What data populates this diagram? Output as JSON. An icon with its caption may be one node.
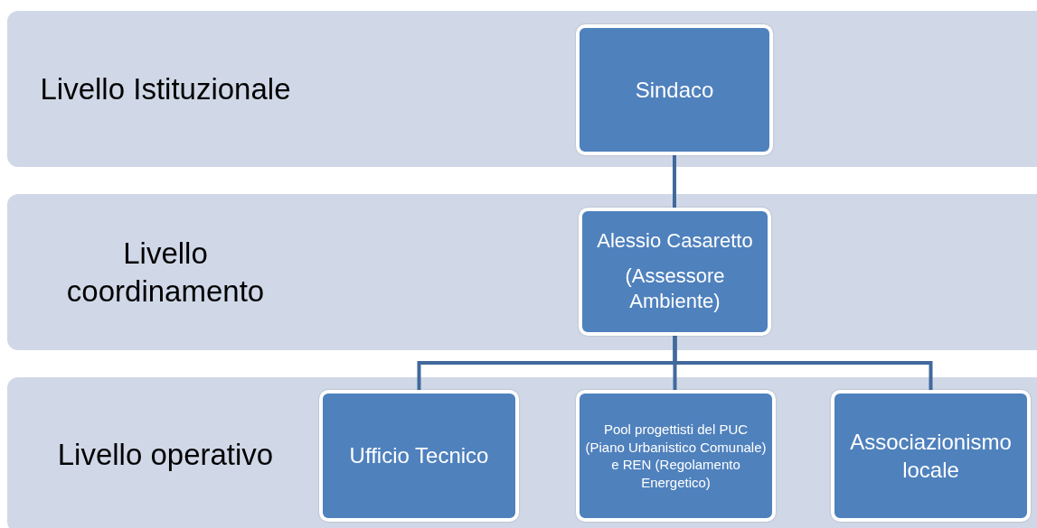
{
  "diagram": {
    "nodes": [
      {
        "text": [
          "Livello Istituzionale"
        ]
      },
      {
        "text": [
          "Sindaco"
        ],
        "in": 0
      },
      {
        "text": [
          "Livello coordinamento"
        ]
      },
      {
        "text": [
          "Alessio Casaretto",
          "(Assessore Ambiente)"
        ],
        "in": 2
      },
      {
        "text": [
          "Livello operativo"
        ]
      },
      {
        "text": [
          "Ufficio Tecnico"
        ],
        "in": 4
      },
      {
        "text": [
          "Pool progettisti del PUC (Piano Urbanistico Comunale) e REN (Regolamento Energetico)"
        ],
        "in": 4
      },
      {
        "text": [
          "Associazionismo locale"
        ],
        "in": 4
      }
    ],
    "edges": [
      {
        "from": 1,
        "to": 3,
        "arrow": "none"
      },
      {
        "from": 3,
        "to": 5,
        "arrow": "none"
      },
      {
        "from": 3,
        "to": 6,
        "arrow": "none"
      },
      {
        "from": 3,
        "to": 7,
        "arrow": "none"
      }
    ]
  }
}
